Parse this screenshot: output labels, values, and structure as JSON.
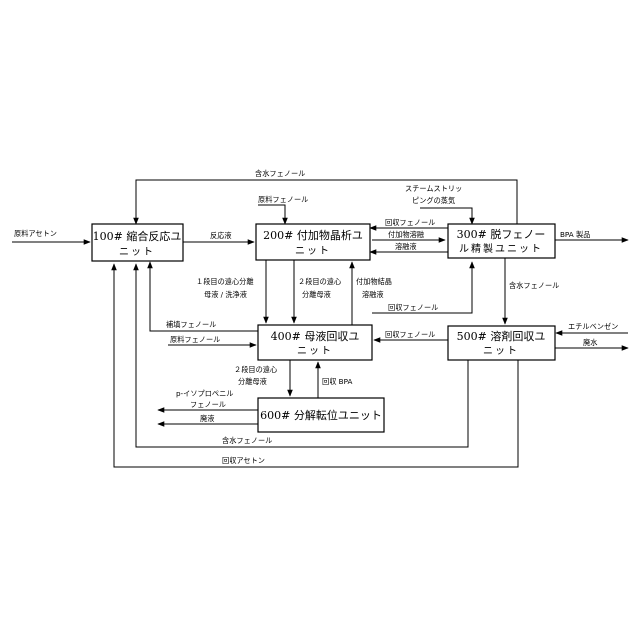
{
  "units": {
    "u100": {
      "title": "100# 縮合反応ユ",
      "sub": "ニット"
    },
    "u200": {
      "title": "200# 付加物晶析ユ",
      "sub": "ニット"
    },
    "u300": {
      "title": "300# 脱フェノー",
      "sub": "ル精製ユニット"
    },
    "u400": {
      "title": "400# 母液回収ユ",
      "sub": "ニット"
    },
    "u500": {
      "title": "500# 溶剤回収ユ",
      "sub": "ニット"
    },
    "u600": {
      "title": "600# 分解転位ユニット"
    }
  },
  "labels": {
    "feed_acetone": "原料アセトン",
    "feed_phenol_200": "原料フェノール",
    "reaction_liquid": "反応液",
    "wet_phenol_top": "含水フェノール",
    "steam_stripping_1": "スチームストリッ",
    "steam_stripping_2": "ピングの蒸気",
    "recovered_phenol_300_200": "回収フェノール",
    "adduct_melt": "付加物溶融",
    "phenol_liquid": "溶融液",
    "bpa_product": "BPA 製品",
    "centrifuge1_1": "１段目の遠心分離",
    "centrifuge1_2": "母液 / 洗浄液",
    "centrifuge2_1": "２段目の遠心",
    "centrifuge2_2": "分離母液",
    "adduct_crystal_1": "付加物結晶",
    "adduct_crystal_2": "溶融液",
    "recovered_phenol_400_300": "回収フェノール",
    "wet_phenol_right": "含水フェノール",
    "makeup_phenol": "補填フェノール",
    "feed_phenol_400": "原料フェノール",
    "recovered_phenol_500_400": "回収フェノール",
    "ethylbenzene": "エチルベンゼン",
    "waste_water": "廃水",
    "centrifuge2_mother_1": "２段目の遠心",
    "centrifuge2_mother_2": "分離母液",
    "recovered_bpa": "回収 BPA",
    "p_isopropenyl_1": "p-イソプロペニル",
    "p_isopropenyl_2": "フェノール",
    "waste_liquid": "廃液",
    "wet_phenol_bottom": "含水フェノール",
    "recovered_acetone": "回収アセトン"
  }
}
